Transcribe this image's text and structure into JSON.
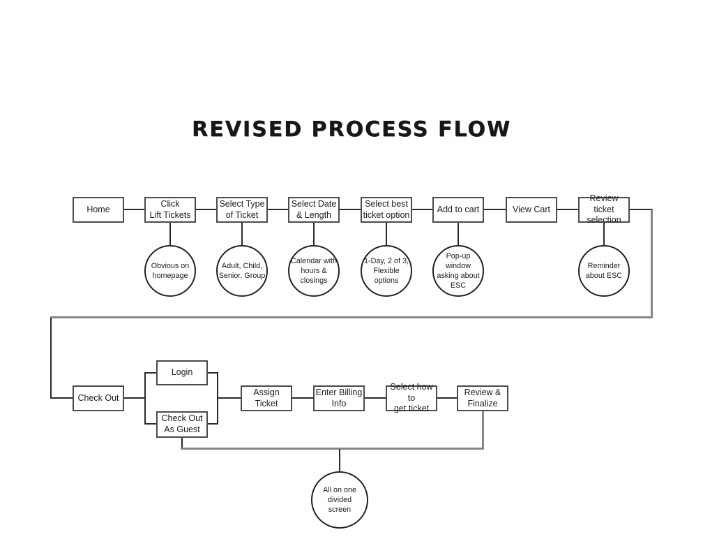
{
  "title": "REVISED PROCESS FLOW",
  "colors": {
    "background": "#ffffff",
    "box_border": "#4b4b4b",
    "circle_border": "#222222",
    "connector": "#2a2a2a",
    "connector_secondary": "#878787",
    "text": "#1c1c1c"
  },
  "flow": {
    "row1": [
      {
        "label": "Home"
      },
      {
        "label": "Click\nLift Tickets"
      },
      {
        "label": "Select Type\nof Ticket"
      },
      {
        "label": "Select Date\n& Length"
      },
      {
        "label": "Select best\nticket option"
      },
      {
        "label": "Add to cart"
      },
      {
        "label": "View Cart"
      },
      {
        "label": "Review ticket\nselection"
      }
    ],
    "row1_notes": [
      {
        "label": "Obvious on\nhomepage"
      },
      {
        "label": "Adult, Child,\nSenior, Group"
      },
      {
        "label": "Calendar with\nhours & closings"
      },
      {
        "label": "1-Day, 2 of 3,\nFlexible options"
      },
      {
        "label": "Pop-up window\nasking about\nESC"
      },
      {
        "label": "Reminder\nabout ESC"
      }
    ],
    "row2": [
      {
        "label": "Check Out"
      },
      {
        "label": "Login"
      },
      {
        "label": "Check Out\nAs Guest"
      },
      {
        "label": "Assign Ticket"
      },
      {
        "label": "Enter Billing\nInfo"
      },
      {
        "label": "Select how to\nget ticket"
      },
      {
        "label": "Review &\nFinalize"
      }
    ],
    "final_note": {
      "label": "All on one\ndivided\nscreen"
    }
  }
}
